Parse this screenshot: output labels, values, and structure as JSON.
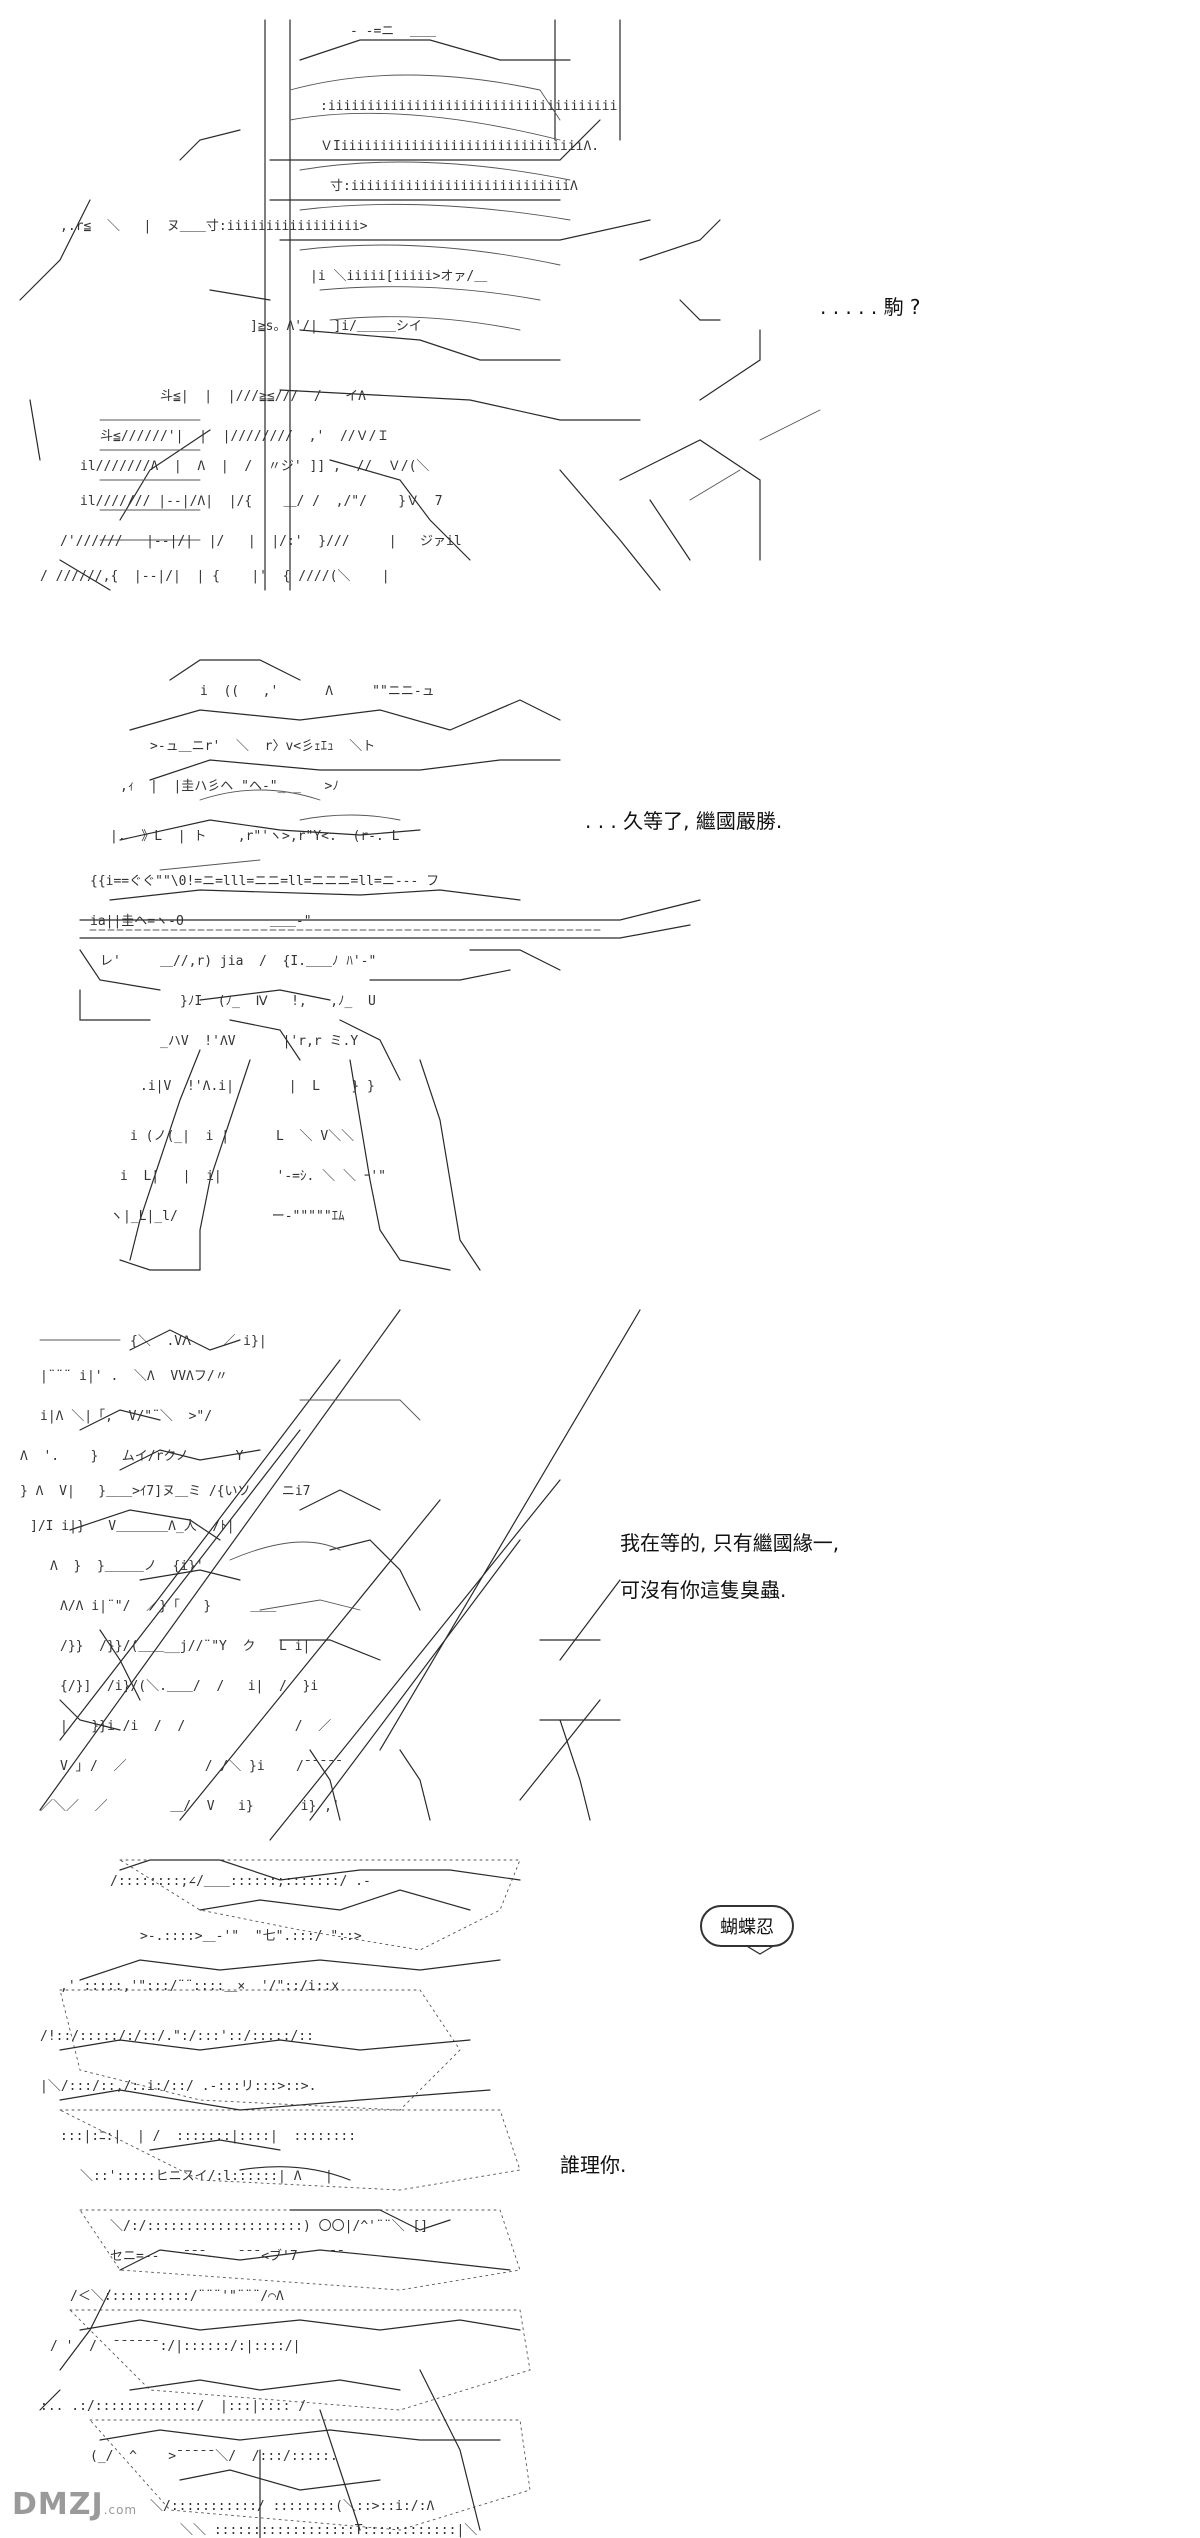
{
  "panels": [
    {
      "caption": ". . . . . 駒 ?"
    },
    {
      "caption": ". . . 久等了, 繼國嚴勝."
    },
    {
      "caption_line1": "我在等的, 只有繼國緣一,",
      "caption_line2": "可沒有你這隻臭蟲."
    },
    {
      "bubble": "蝴蝶忍",
      "caption": "誰理你."
    }
  ],
  "watermark": {
    "text": "DMZJ",
    "suffix": ".com"
  }
}
